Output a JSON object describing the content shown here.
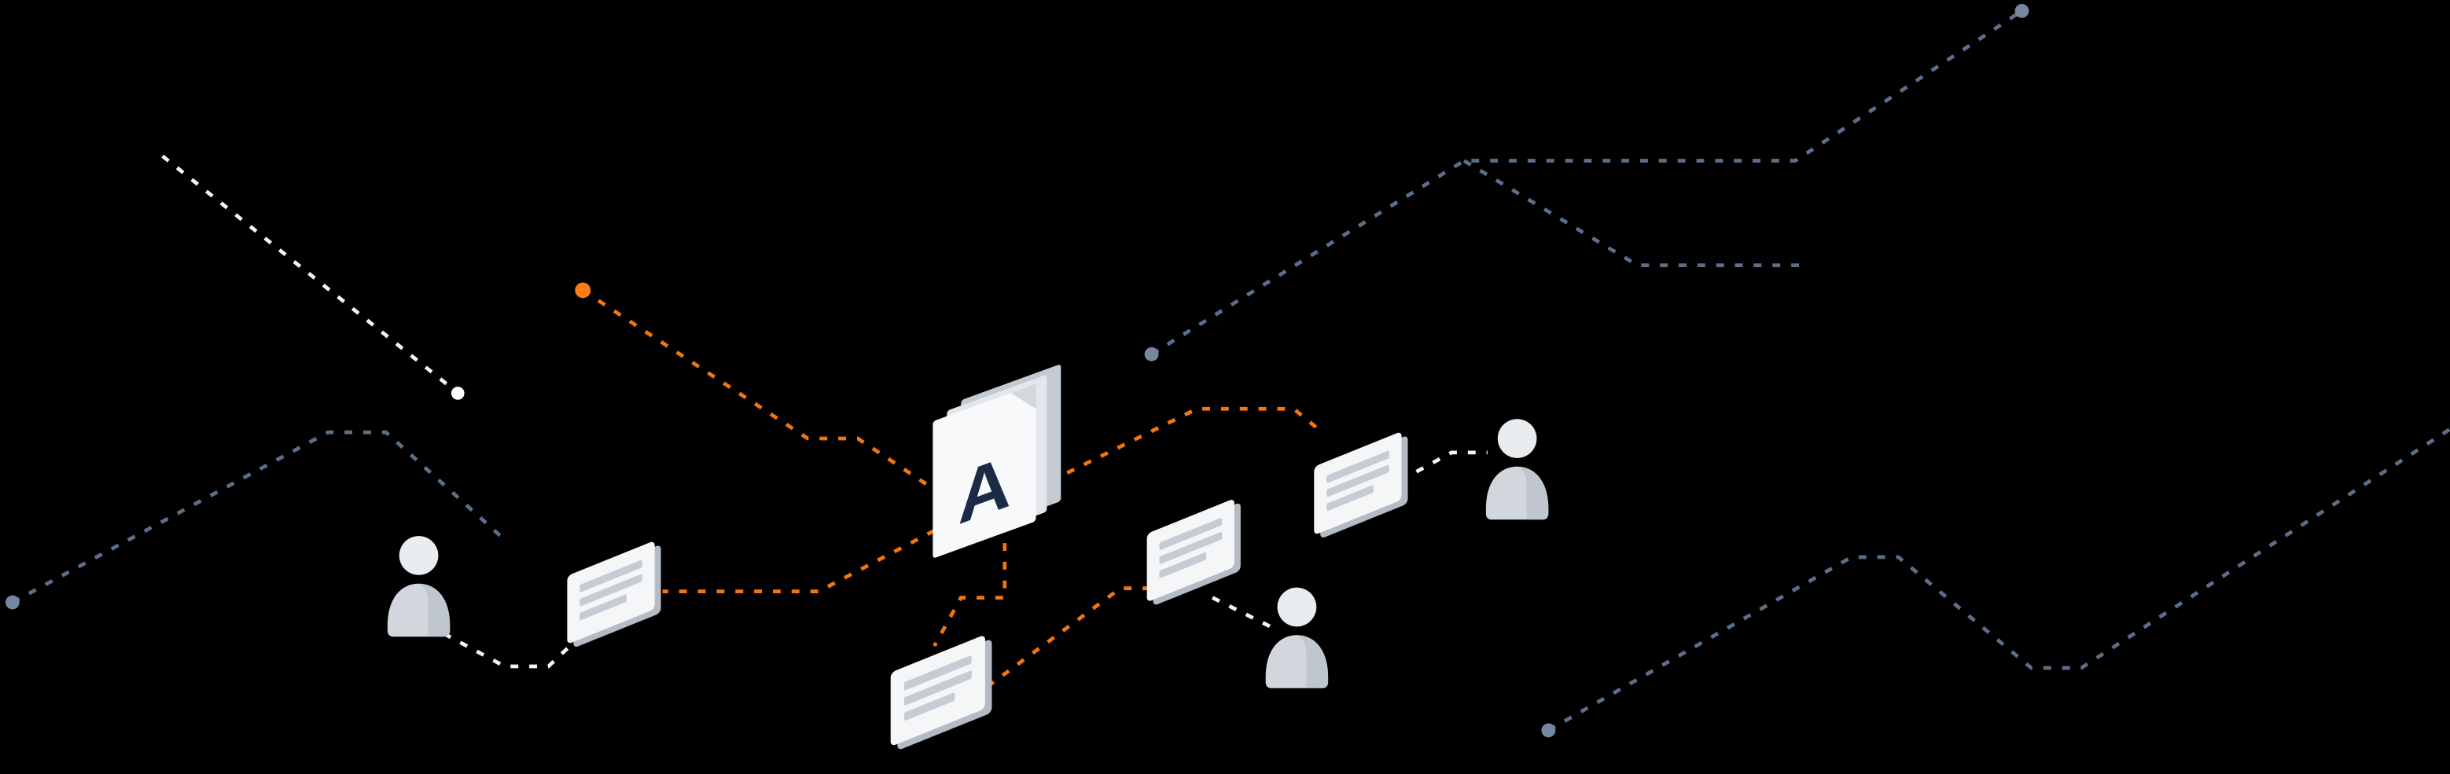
{
  "colors": {
    "background": "#000000",
    "white": "#f3f4f5",
    "white_dot": "#ffffff",
    "slate": "#5c6f88",
    "slate_dot": "#74879f",
    "orange": "#f2750f",
    "orange_dot": "#f97d16",
    "card_front": "#f5f6f7",
    "card_back": "#b4bbc4",
    "card_lines": "#c6ccd3",
    "person_head": "#e9ecef",
    "person_body": "#d2d7dd",
    "person_shade": "#a9b1bb",
    "sheet_front": "#f8f9fa",
    "sheet_mid": "#e3e6ea",
    "sheet_back": "#c4cad2",
    "sheet_fold": "#d3d8dd",
    "letter_ink": "#1c2b45"
  },
  "stack": {
    "letter": "A"
  },
  "icons": {
    "dots": [
      {
        "name": "white-dot"
      },
      {
        "name": "orange-dot"
      },
      {
        "name": "slate-dot-left"
      },
      {
        "name": "slate-dot-center"
      },
      {
        "name": "slate-dot-top-right"
      },
      {
        "name": "slate-dot-bottom-right"
      }
    ],
    "figures": [
      {
        "name": "person-icon-left"
      },
      {
        "name": "person-icon-center-right"
      },
      {
        "name": "person-icon-top-right"
      },
      {
        "name": "message-icon-left"
      },
      {
        "name": "message-icon-bottom-center"
      },
      {
        "name": "message-icon-center-right"
      },
      {
        "name": "message-icon-top-right"
      },
      {
        "name": "document-stack-icon"
      }
    ]
  }
}
